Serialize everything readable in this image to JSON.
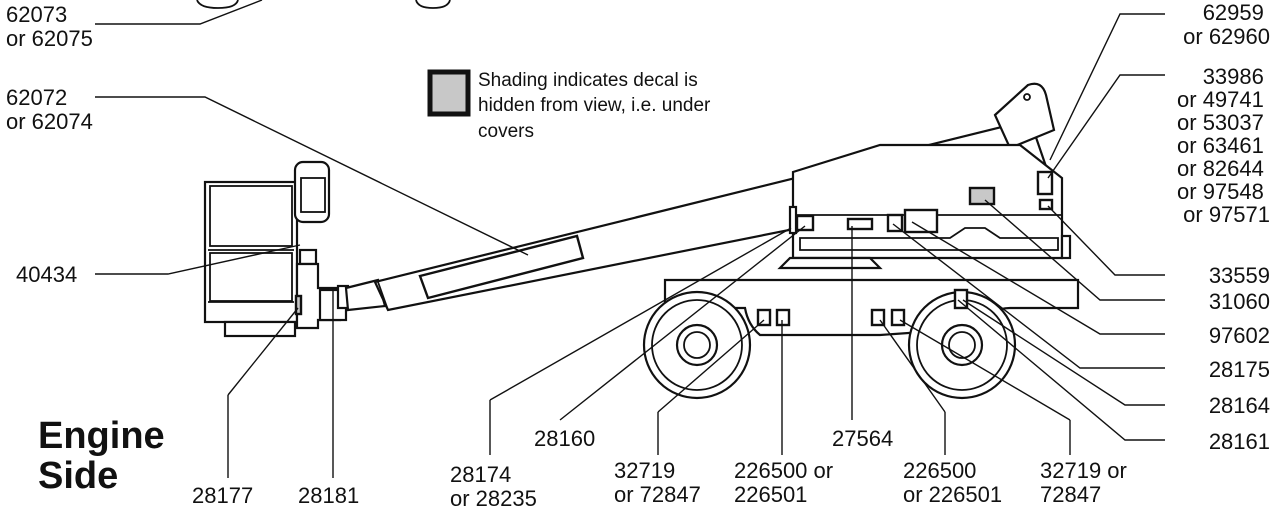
{
  "title_lines": [
    "Engine",
    "Side"
  ],
  "legend": {
    "lines": [
      "Shading indicates decal is",
      "hidden from view, i.e. under",
      "covers"
    ],
    "swatch_color": "#c8c8c8"
  },
  "labels": [
    {
      "id": "l-62073",
      "lines": [
        "62073",
        "or 62075"
      ]
    },
    {
      "id": "l-62072",
      "lines": [
        "62072",
        "or 62074"
      ]
    },
    {
      "id": "l-40434",
      "lines": [
        "40434"
      ]
    },
    {
      "id": "l-28177",
      "lines": [
        "28177"
      ]
    },
    {
      "id": "l-28181",
      "lines": [
        "28181"
      ]
    },
    {
      "id": "l-28174",
      "lines": [
        "28174",
        "or 28235"
      ]
    },
    {
      "id": "l-28160",
      "lines": [
        "28160"
      ]
    },
    {
      "id": "l-32719a",
      "lines": [
        "32719",
        "or 72847"
      ]
    },
    {
      "id": "l-226500a",
      "lines": [
        "226500 or",
        "226501"
      ]
    },
    {
      "id": "l-27564",
      "lines": [
        "27564"
      ]
    },
    {
      "id": "l-226500b",
      "lines": [
        "226500",
        "or 226501"
      ]
    },
    {
      "id": "l-32719b",
      "lines": [
        "32719 or",
        "72847"
      ]
    },
    {
      "id": "l-62959",
      "lines": [
        "62959",
        "or 62960"
      ]
    },
    {
      "id": "l-33986",
      "lines": [
        "33986",
        "or 49741",
        "or 53037",
        "or 63461",
        "or 82644",
        "or 97548",
        "or 97571"
      ]
    },
    {
      "id": "l-33559",
      "lines": [
        "33559"
      ]
    },
    {
      "id": "l-31060",
      "lines": [
        "31060"
      ]
    },
    {
      "id": "l-97602",
      "lines": [
        "97602"
      ]
    },
    {
      "id": "l-28175",
      "lines": [
        "28175"
      ]
    },
    {
      "id": "l-28164",
      "lines": [
        "28164"
      ]
    },
    {
      "id": "l-28161",
      "lines": [
        "28161"
      ]
    }
  ]
}
